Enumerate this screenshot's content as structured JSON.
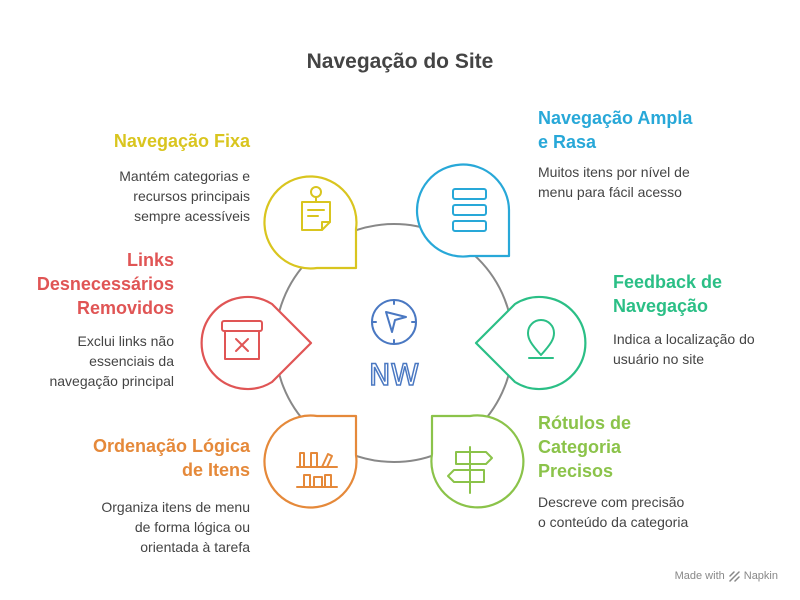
{
  "title": "Navegação do Site",
  "center": {
    "icon": "compass-icon",
    "text": "NW"
  },
  "items": [
    {
      "id": "fixed",
      "label": "Navegação Fixa",
      "description": "Mantém categorias e\nrecursos principais\nsempre acessíveis",
      "color": "#d9c51f",
      "icon": "sticky-note-icon"
    },
    {
      "id": "broad",
      "label": "Navegação Ampla\ne Rasa",
      "description": "Muitos itens por nível de\nmenu para fácil acesso",
      "color": "#28a8d8",
      "icon": "list-icon"
    },
    {
      "id": "feedback",
      "label": "Feedback de\nNavegação",
      "description": "Indica a localização do\nusuário no site",
      "color": "#2bbf86",
      "icon": "location-pin-icon"
    },
    {
      "id": "labels",
      "label": "Rótulos de\nCategoria\nPrecisos",
      "description": "Descreve com precisão\no conteúdo da categoria",
      "color": "#8bc34a",
      "icon": "signpost-icon"
    },
    {
      "id": "order",
      "label": "Ordenação Lógica\nde Itens",
      "description": "Organiza itens de menu\nde forma lógica ou\norientada à tarefa",
      "color": "#e5893a",
      "icon": "bookshelf-icon"
    },
    {
      "id": "links",
      "label": "Links\nDesnecessários\nRemovidos",
      "description": "Exclui links não\nessenciais da\nnavegação principal",
      "color": "#e05555",
      "icon": "archive-x-icon"
    }
  ],
  "footer": {
    "made_with": "Made with",
    "brand": "Napkin"
  }
}
